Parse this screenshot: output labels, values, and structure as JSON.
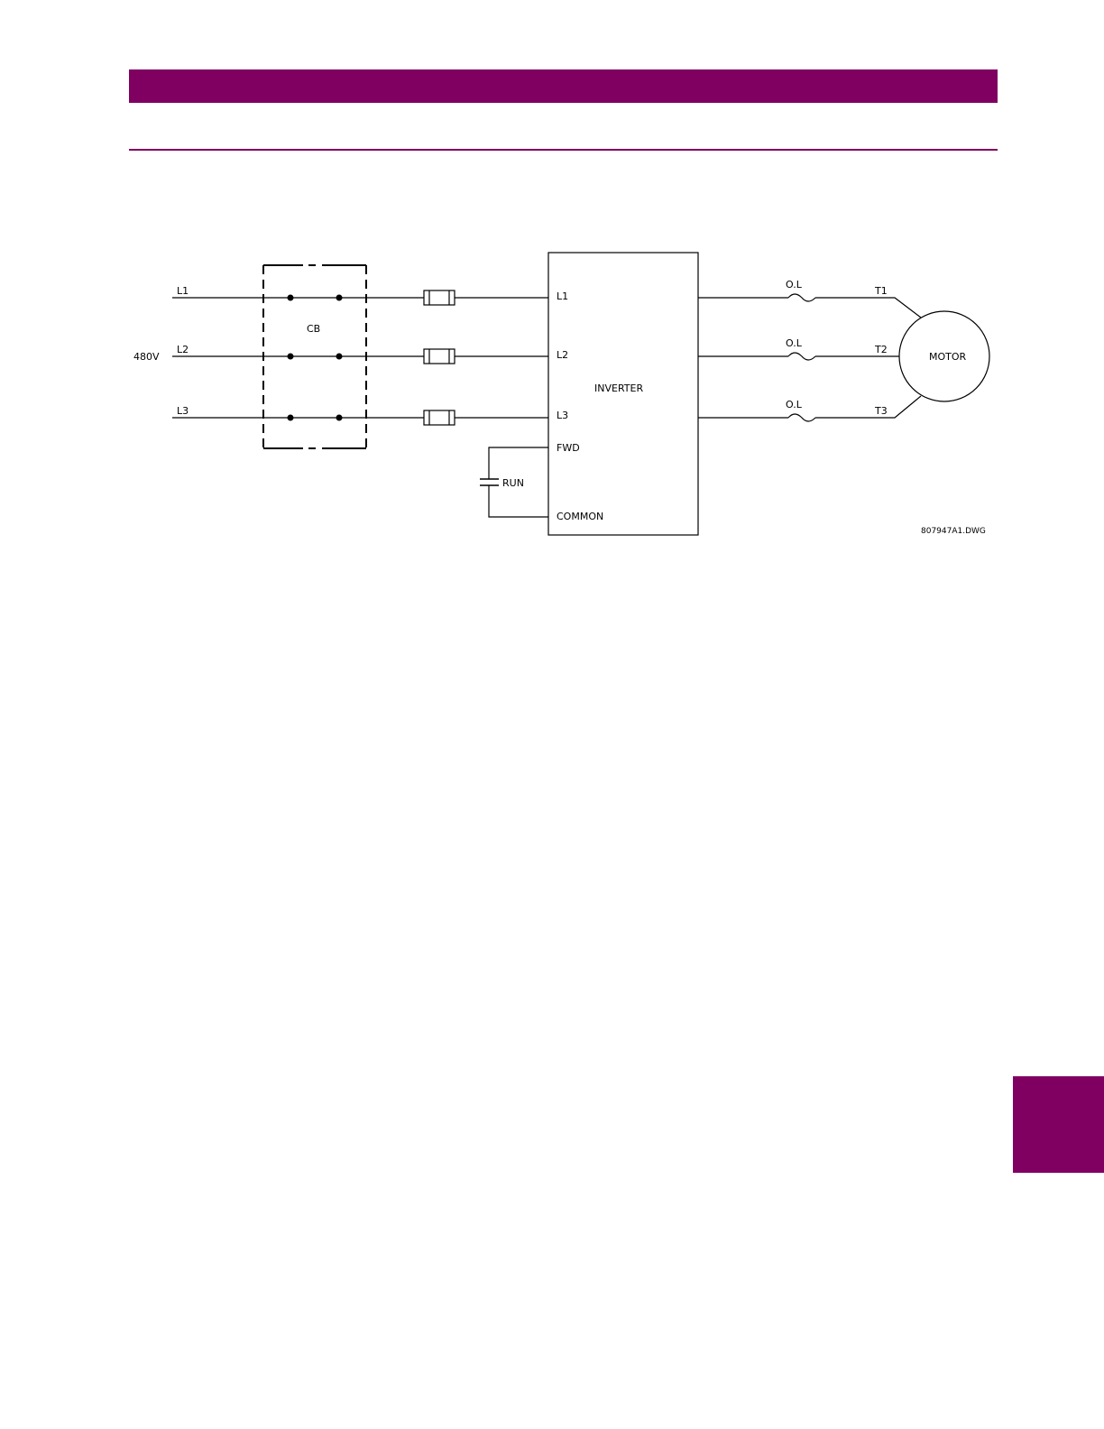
{
  "colors": {
    "brand": "#800062",
    "ink": "#000000"
  },
  "diagram": {
    "source_voltage": "480V",
    "lines": [
      "L1",
      "L2",
      "L3"
    ],
    "breaker_label": "CB",
    "inverter": {
      "title": "INVERTER",
      "terminals": [
        "L1",
        "L2",
        "L3",
        "FWD",
        "COMMON"
      ]
    },
    "overload_label": "O.L",
    "motor_terminals": [
      "T1",
      "T2",
      "T3"
    ],
    "motor_label": "MOTOR",
    "run_switch_label": "RUN",
    "drawing_number": "807947A1.DWG"
  }
}
